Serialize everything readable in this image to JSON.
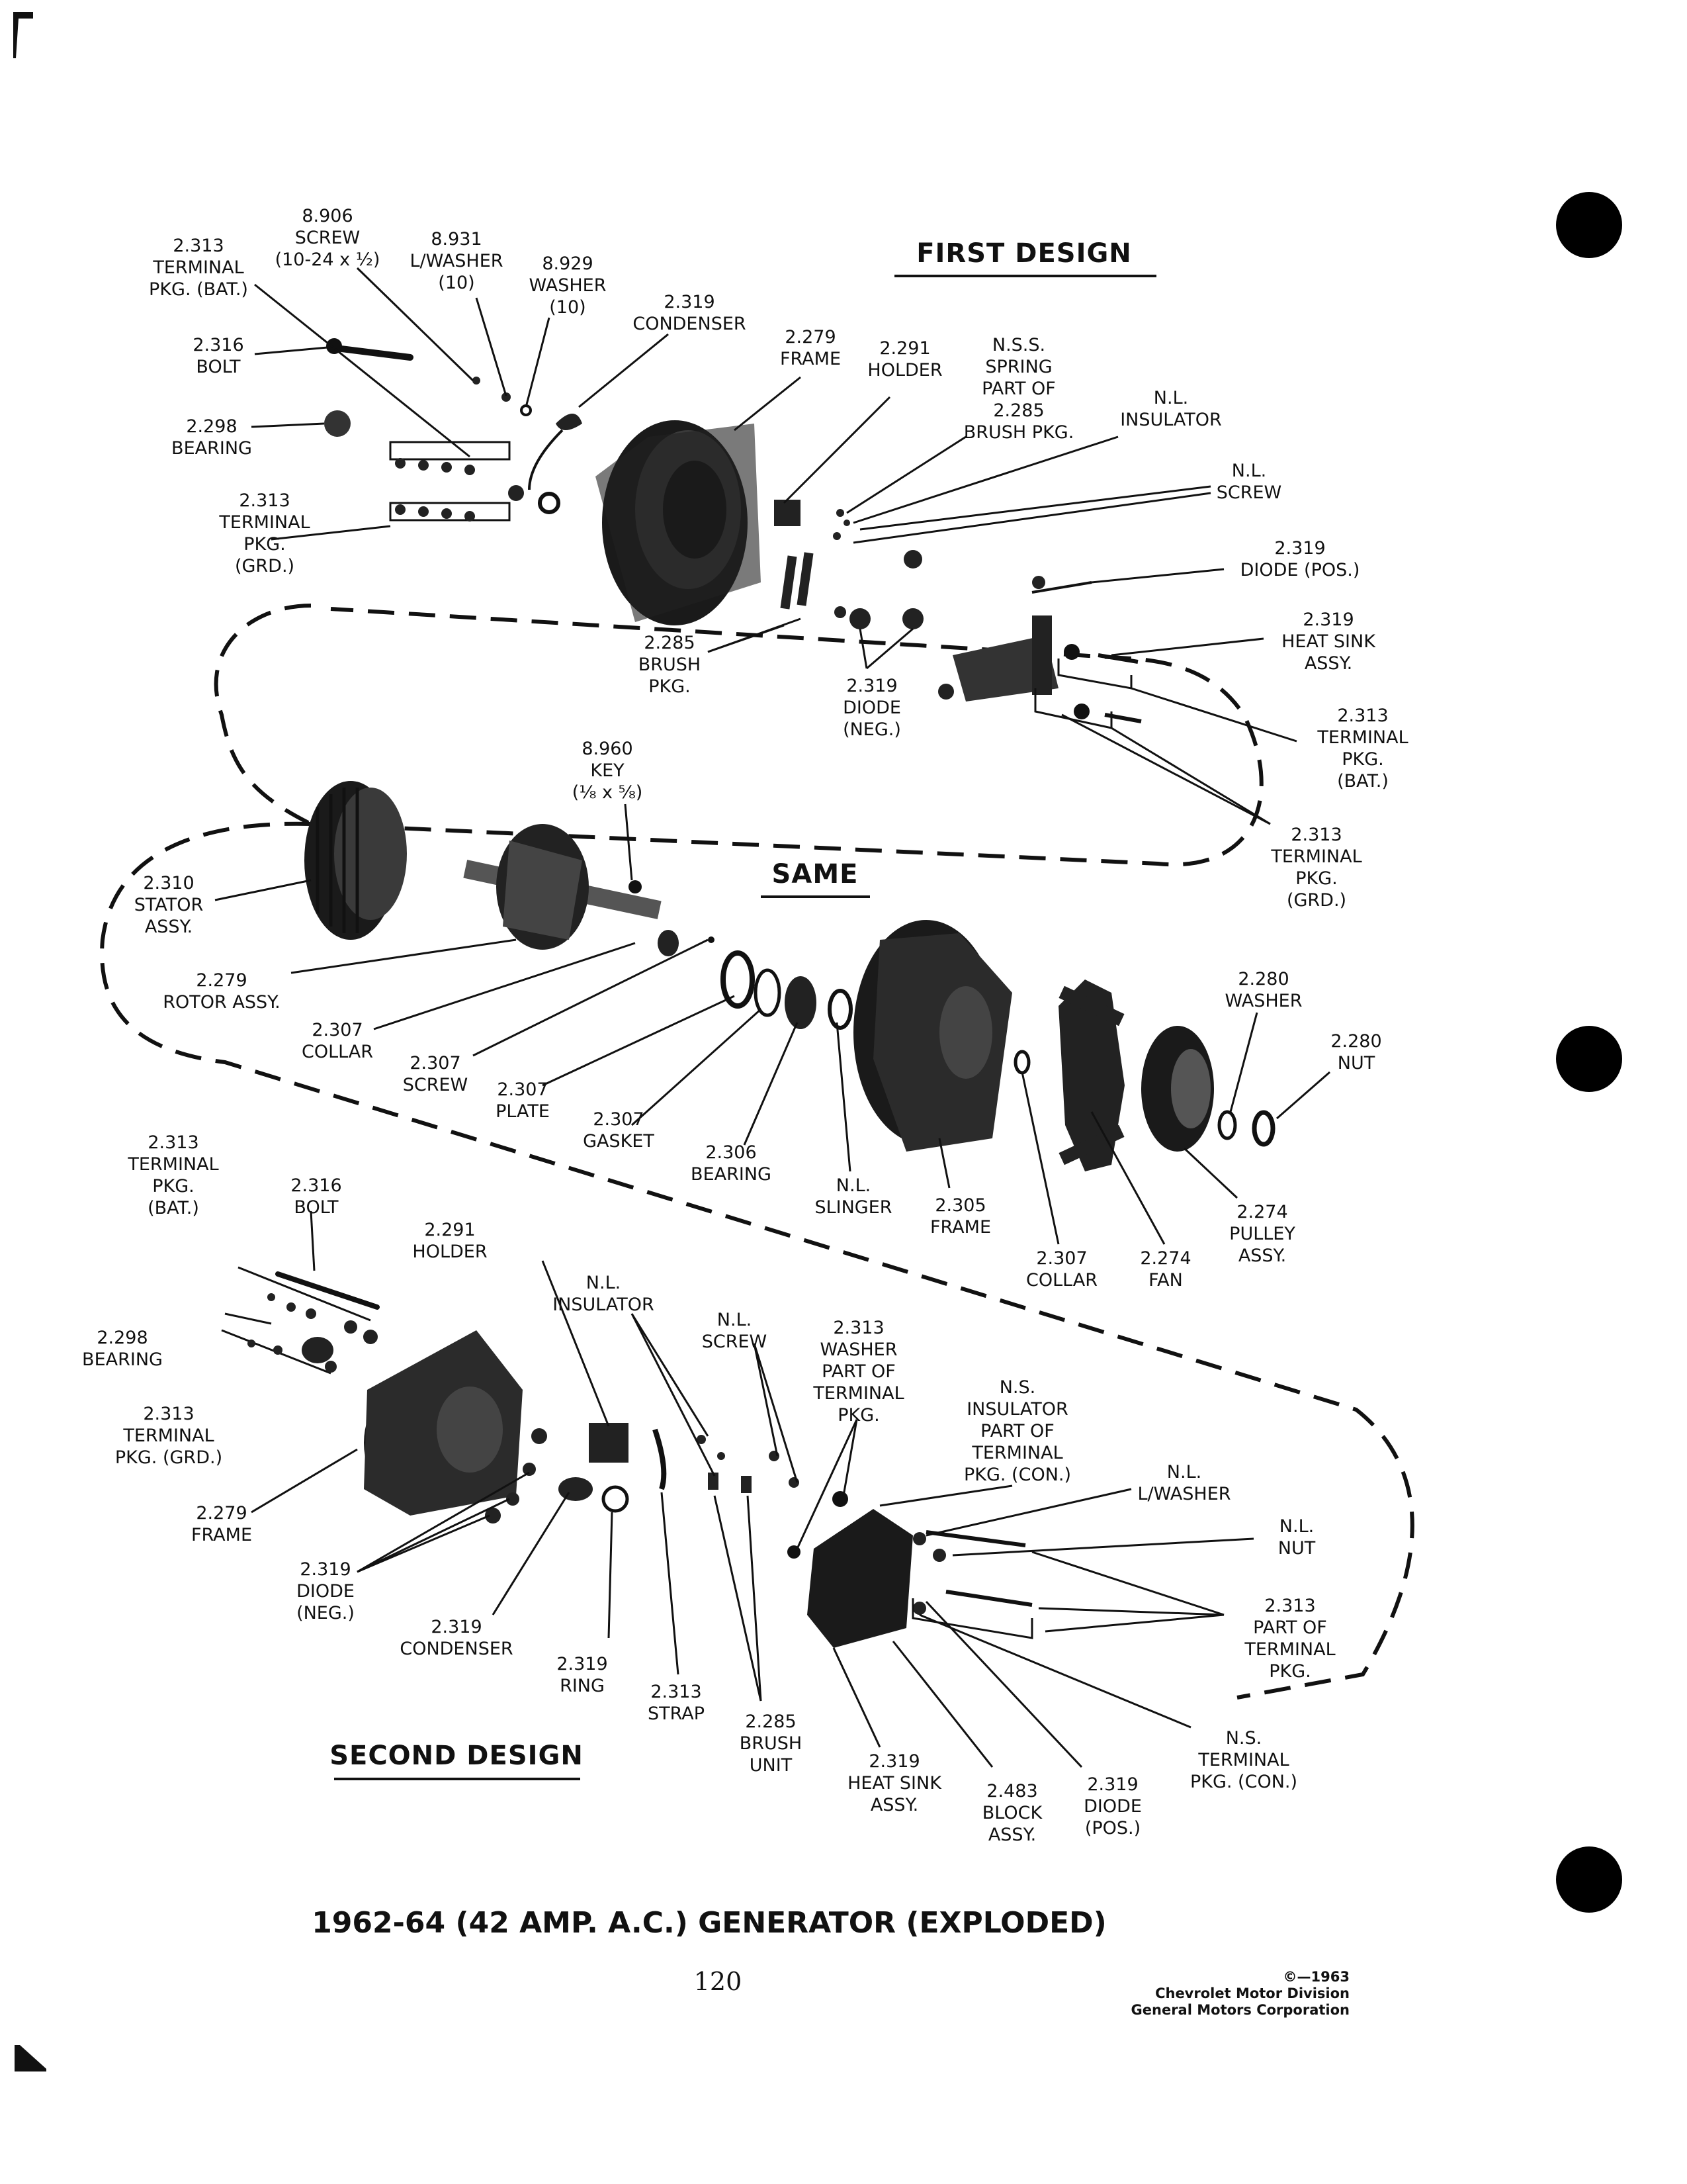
{
  "sections": {
    "first": "FIRST DESIGN",
    "same": "SAME",
    "second": "SECOND DESIGN"
  },
  "caption": "1962-64 (42 AMP. A.C.) GENERATOR (EXPLODED)",
  "page_number": "120",
  "copyright": {
    "symbol_year": "©—1963",
    "division": "Chevrolet Motor Division",
    "corporation": "General Motors Corporation"
  },
  "first_design_labels": [
    {
      "lines": [
        "2.313",
        "TERMINAL",
        "PKG. (BAT.)"
      ]
    },
    {
      "lines": [
        "8.906",
        "SCREW",
        "(10-24 x ½)"
      ]
    },
    {
      "lines": [
        "8.931",
        "L/WASHER",
        "(10)"
      ]
    },
    {
      "lines": [
        "8.929",
        "WASHER",
        "(10)"
      ]
    },
    {
      "lines": [
        "2.319",
        "CONDENSER"
      ]
    },
    {
      "lines": [
        "2.316",
        "BOLT"
      ]
    },
    {
      "lines": [
        "2.298",
        "BEARING"
      ]
    },
    {
      "lines": [
        "2.313",
        "TERMINAL",
        "PKG.",
        "(GRD.)"
      ]
    },
    {
      "lines": [
        "2.279",
        "FRAME"
      ]
    },
    {
      "lines": [
        "2.291",
        "HOLDER"
      ]
    },
    {
      "lines": [
        "N.S.S.",
        "SPRING",
        "PART OF",
        "2.285",
        "BRUSH PKG."
      ]
    },
    {
      "lines": [
        "N.L.",
        "INSULATOR"
      ]
    },
    {
      "lines": [
        "N.L.",
        "SCREW"
      ]
    },
    {
      "lines": [
        "2.319",
        "DIODE (POS.)"
      ]
    },
    {
      "lines": [
        "2.319",
        "HEAT SINK",
        "ASSY."
      ]
    },
    {
      "lines": [
        "2.285",
        "BRUSH",
        "PKG."
      ]
    },
    {
      "lines": [
        "2.319",
        "DIODE",
        "(NEG.)"
      ]
    },
    {
      "lines": [
        "2.313",
        "TERMINAL",
        "PKG.",
        "(BAT.)"
      ]
    },
    {
      "lines": [
        "2.313",
        "TERMINAL",
        "PKG.",
        "(GRD.)"
      ]
    }
  ],
  "same_labels": [
    {
      "lines": [
        "8.960",
        "KEY",
        "(⅛ x ⅝)"
      ]
    },
    {
      "lines": [
        "2.310",
        "STATOR",
        "ASSY."
      ]
    },
    {
      "lines": [
        "2.279",
        "ROTOR ASSY."
      ]
    },
    {
      "lines": [
        "2.307",
        "COLLAR"
      ]
    },
    {
      "lines": [
        "2.307",
        "SCREW"
      ]
    },
    {
      "lines": [
        "2.307",
        "PLATE"
      ]
    },
    {
      "lines": [
        "2.307",
        "GASKET"
      ]
    },
    {
      "lines": [
        "2.306",
        "BEARING"
      ]
    },
    {
      "lines": [
        "N.L.",
        "SLINGER"
      ]
    },
    {
      "lines": [
        "2.305",
        "FRAME"
      ]
    },
    {
      "lines": [
        "2.307",
        "COLLAR"
      ]
    },
    {
      "lines": [
        "2.274",
        "FAN"
      ]
    },
    {
      "lines": [
        "2.274",
        "PULLEY",
        "ASSY."
      ]
    },
    {
      "lines": [
        "2.280",
        "WASHER"
      ]
    },
    {
      "lines": [
        "2.280",
        "NUT"
      ]
    }
  ],
  "second_design_labels": [
    {
      "lines": [
        "2.313",
        "TERMINAL",
        "PKG.",
        "(BAT.)"
      ]
    },
    {
      "lines": [
        "2.316",
        "BOLT"
      ]
    },
    {
      "lines": [
        "2.291",
        "HOLDER"
      ]
    },
    {
      "lines": [
        "N.L.",
        "INSULATOR"
      ]
    },
    {
      "lines": [
        "N.L.",
        "SCREW"
      ]
    },
    {
      "lines": [
        "2.313",
        "WASHER",
        "PART OF",
        "TERMINAL",
        "PKG."
      ]
    },
    {
      "lines": [
        "2.298",
        "BEARING"
      ]
    },
    {
      "lines": [
        "2.313",
        "TERMINAL",
        "PKG. (GRD.)"
      ]
    },
    {
      "lines": [
        "N.S.",
        "INSULATOR",
        "PART OF",
        "TERMINAL",
        "PKG. (CON.)"
      ]
    },
    {
      "lines": [
        "N.L.",
        "L/WASHER"
      ]
    },
    {
      "lines": [
        "N.L.",
        "NUT"
      ]
    },
    {
      "lines": [
        "2.279",
        "FRAME"
      ]
    },
    {
      "lines": [
        "2.319",
        "DIODE",
        "(NEG.)"
      ]
    },
    {
      "lines": [
        "2.319",
        "CONDENSER"
      ]
    },
    {
      "lines": [
        "2.319",
        "RING"
      ]
    },
    {
      "lines": [
        "2.313",
        "STRAP"
      ]
    },
    {
      "lines": [
        "2.285",
        "BRUSH",
        "UNIT"
      ]
    },
    {
      "lines": [
        "2.313",
        "PART OF",
        "TERMINAL",
        "PKG."
      ]
    },
    {
      "lines": [
        "N.S.",
        "TERMINAL",
        "PKG. (CON.)"
      ]
    },
    {
      "lines": [
        "2.319",
        "HEAT SINK",
        "ASSY."
      ]
    },
    {
      "lines": [
        "2.483",
        "BLOCK",
        "ASSY."
      ]
    },
    {
      "lines": [
        "2.319",
        "DIODE",
        "(POS.)"
      ]
    }
  ]
}
